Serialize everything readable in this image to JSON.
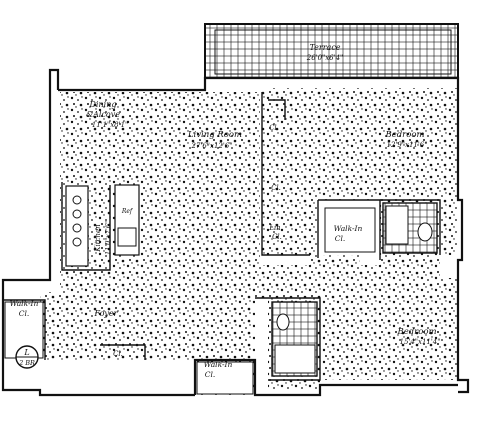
{
  "rooms": {
    "terrace": {
      "name": "Terrace",
      "dims": "26'0\"x6'4\""
    },
    "dining": {
      "name_line1": "Dining",
      "name_line2": "&Alcove",
      "dims": "11'1\"x8'1\""
    },
    "living": {
      "name": "Living Room",
      "dims": "27'6\"x12'6\""
    },
    "bedroom1": {
      "name": "Bedroom",
      "dims": "12'9\"x11'6\""
    },
    "bedroom2": {
      "name": "Bedroom",
      "dims": "15'4\"x11'4\""
    },
    "kitchen": {
      "name": "Kitchen",
      "dims": "11'0\"x7'6\""
    },
    "foyer": {
      "name": "Foyer"
    },
    "walkin_left": {
      "name_line1": "Walk-In",
      "name_line2": "Cl."
    },
    "walkin_mid": {
      "name_line1": "Walk-In",
      "name_line2": "Cl."
    },
    "walkin_bottom": {
      "name_line1": "Walk-In",
      "name_line2": "Cl."
    },
    "closet_a": "Cl.",
    "closet_b": "Cl.",
    "closet_c": "Cl.",
    "linen": "Lin",
    "linen_sub": "Cl.",
    "ref": "Ref"
  },
  "badge": {
    "line1": "L",
    "line2": "2 BR"
  },
  "colors": {
    "ink": "#111111",
    "paper": "#ffffff"
  }
}
